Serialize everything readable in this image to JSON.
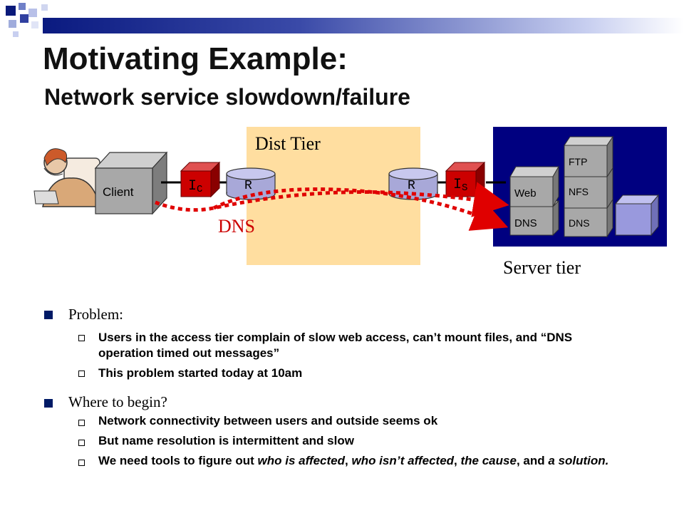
{
  "slide": {
    "title": "Motivating Example:",
    "subtitle": "Network service slowdown/failure"
  },
  "diagram": {
    "dist_tier_label": "Dist Tier",
    "server_tier_label": "Server tier",
    "dns_arrow_label": "DNS",
    "client_label": "Client",
    "ic_label": "IC",
    "ic_main": "I",
    "ic_sub": "C",
    "is_label": "IS",
    "is_main": "I",
    "is_sub": "S",
    "router_left_label": "R",
    "router_right_label": "R",
    "server_boxes": {
      "web": "Web",
      "dns_left": "DNS",
      "ftp": "FTP",
      "nfs": "NFS",
      "dns_right": "DNS"
    },
    "colors": {
      "dist_tier_bg": "#FFDEA0",
      "server_tier_bg": "#000080",
      "interface_red": "#CC0000",
      "dns_arrow_red": "#E00000",
      "box_gray": "#A8A8A8",
      "box_lavender": "#9999DD"
    }
  },
  "bullets": [
    {
      "text": "Problem:",
      "subs": [
        {
          "segments": [
            {
              "text": "Users in the access tier complain of slow web access, can’t mount files, and “DNS operation timed out messages”",
              "italic": false
            }
          ]
        },
        {
          "segments": [
            {
              "text": "This problem started today at 10am",
              "italic": false
            }
          ]
        }
      ]
    },
    {
      "text": "Where to begin?",
      "subs": [
        {
          "segments": [
            {
              "text": "Network connectivity between users and outside seems ok",
              "italic": false
            }
          ]
        },
        {
          "segments": [
            {
              "text": "But name resolution is intermittent and slow",
              "italic": false
            }
          ]
        },
        {
          "segments": [
            {
              "text": "We need tools to figure out ",
              "italic": false
            },
            {
              "text": "who is affected",
              "italic": true
            },
            {
              "text": ", ",
              "italic": false
            },
            {
              "text": "who isn’t affected",
              "italic": true
            },
            {
              "text": ", ",
              "italic": false
            },
            {
              "text": "the cause",
              "italic": true
            },
            {
              "text": ", and ",
              "italic": false
            },
            {
              "text": "a solution.",
              "italic": true
            }
          ]
        }
      ]
    }
  ]
}
